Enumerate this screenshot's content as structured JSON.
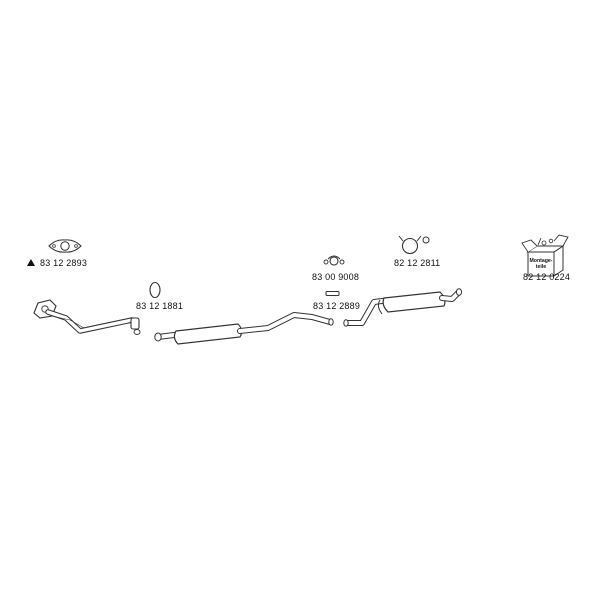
{
  "parts": {
    "gasket_front": "83 12 2893",
    "ring_front": "83 12 1881",
    "clamp": "83 00 9008",
    "rubber_mount": "83 12 2889",
    "rear_mount_set": "82 12 2811",
    "mounting_kit": "82 12 0224"
  },
  "kit_box": {
    "label_line1": "Montage-",
    "label_line2": "teile"
  },
  "colors": {
    "line": "#333333",
    "pipe_fill": "#ffffff",
    "text": "#111111"
  }
}
